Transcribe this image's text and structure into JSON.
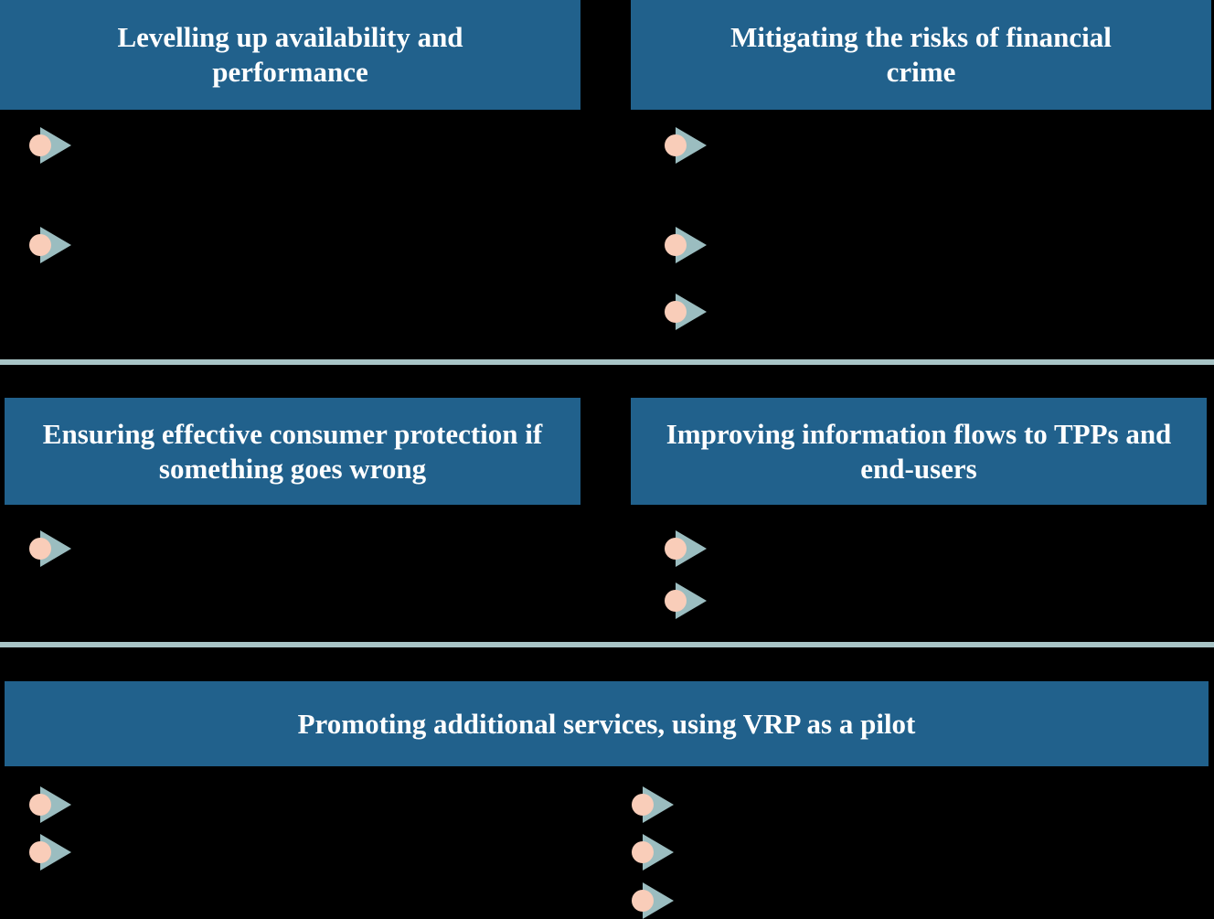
{
  "slide": {
    "background_color": "#000000",
    "accent_color": "#21618c",
    "divider_color": "#a8c4c6",
    "bullet_circle_color": "#f9cdb9",
    "bullet_triangle_color": "#9bbdc0",
    "title_text_color": "#ffffff"
  },
  "sections": [
    {
      "id": "levelling-up",
      "heading": "Levelling up availability and performance",
      "bullets": [
        {
          "text": ""
        },
        {
          "text": ""
        }
      ]
    },
    {
      "id": "financial-crime",
      "heading": "Mitigating the risks of financial crime",
      "bullets": [
        {
          "text": ""
        },
        {
          "text": ""
        },
        {
          "text": ""
        }
      ]
    },
    {
      "id": "consumer-protection",
      "heading": "Ensuring effective consumer protection if something goes wrong",
      "bullets": [
        {
          "text": ""
        }
      ]
    },
    {
      "id": "information-flows",
      "heading": "Improving information flows to TPPs and end-users",
      "bullets": [
        {
          "text": ""
        },
        {
          "text": ""
        }
      ]
    },
    {
      "id": "vrp-pilot",
      "heading": "Promoting additional services, using VRP as a pilot",
      "bullets_left": [
        {
          "text": ""
        },
        {
          "text": ""
        }
      ],
      "bullets_right": [
        {
          "text": ""
        },
        {
          "text": ""
        },
        {
          "text": ""
        }
      ]
    }
  ]
}
